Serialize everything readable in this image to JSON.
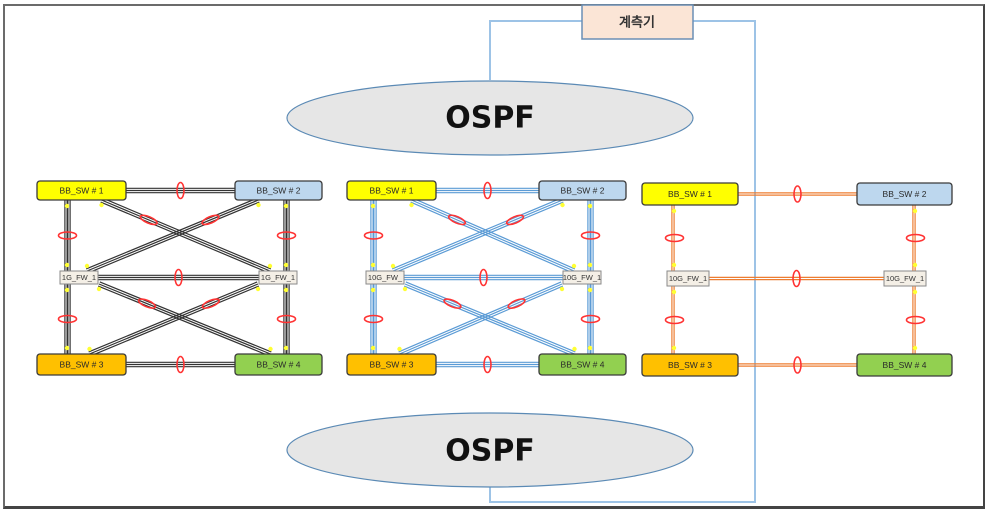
{
  "meter": {
    "label": "계측기"
  },
  "ospf": {
    "top_label": "OSPF",
    "bottom_label": "OSPF"
  },
  "colors": {
    "sw1": "#ffff00",
    "sw2": "#bdd7ee",
    "sw3": "#ffc000",
    "sw4": "#92d050",
    "fw": "#f4efe6",
    "ospf_fill": "#e6e6e6",
    "ospf_stroke": "#5b8ab5",
    "meter_fill": "#fbe5d6",
    "meter_stroke": "#6b8fb5",
    "connector": "#9dc3e6",
    "lag_ring": "#ff3333",
    "port_dot": "#ffff33"
  },
  "groups": [
    {
      "id": "group-1",
      "link_color": "#333333",
      "link_style": "black-triple",
      "switches": {
        "sw1": "BB_SW # 1",
        "sw2": "BB_SW # 2",
        "sw3": "BB_SW # 3",
        "sw4": "BB_SW # 4"
      },
      "firewalls": {
        "left": "1G_FW_1",
        "right": "1G_FW_1"
      },
      "cross_links": true
    },
    {
      "id": "group-2",
      "link_color": "#5b9bd5",
      "link_style": "blue-triple",
      "switches": {
        "sw1": "BB_SW # 1",
        "sw2": "BB_SW # 2",
        "sw3": "BB_SW # 3",
        "sw4": "BB_SW # 4"
      },
      "firewalls": {
        "left": "10G_FW_",
        "right": "10G_FW_1"
      },
      "cross_links": true
    },
    {
      "id": "group-3",
      "link_color": "#ed7d31",
      "link_style": "orange-double",
      "switches": {
        "sw1": "BB_SW # 1",
        "sw2": "BB_SW # 2",
        "sw3": "BB_SW # 3",
        "sw4": "BB_SW # 4"
      },
      "firewalls": {
        "left": "10G_FW_1",
        "right": "10G_FW_1"
      },
      "cross_links": false
    }
  ]
}
